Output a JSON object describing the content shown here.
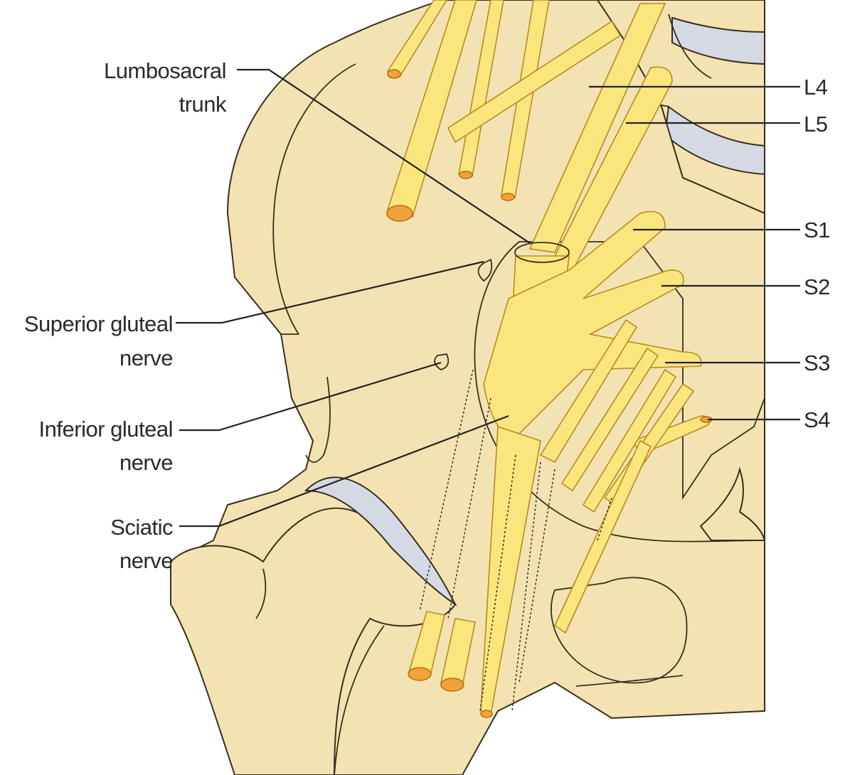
{
  "colors": {
    "bone": "#f4e3b2",
    "nerve": "#fbe67e",
    "nerve_cut_end": "#f2a23a",
    "cartilage": "#d4d9e4",
    "outline": "#3a2e1c",
    "label_text": "#2a2a2a"
  },
  "labels": {
    "lumbosacral_trunk": [
      "Lumbosacral",
      "trunk"
    ],
    "superior_gluteal_nerve": [
      "Superior gluteal",
      "nerve"
    ],
    "inferior_gluteal_nerve": [
      "Inferior gluteal",
      "nerve"
    ],
    "sciatic_nerve": [
      "Sciatic",
      "nerve"
    ],
    "l4": "L4",
    "l5": "L5",
    "s1": "S1",
    "s2": "S2",
    "s3": "S3",
    "s4": "S4"
  }
}
